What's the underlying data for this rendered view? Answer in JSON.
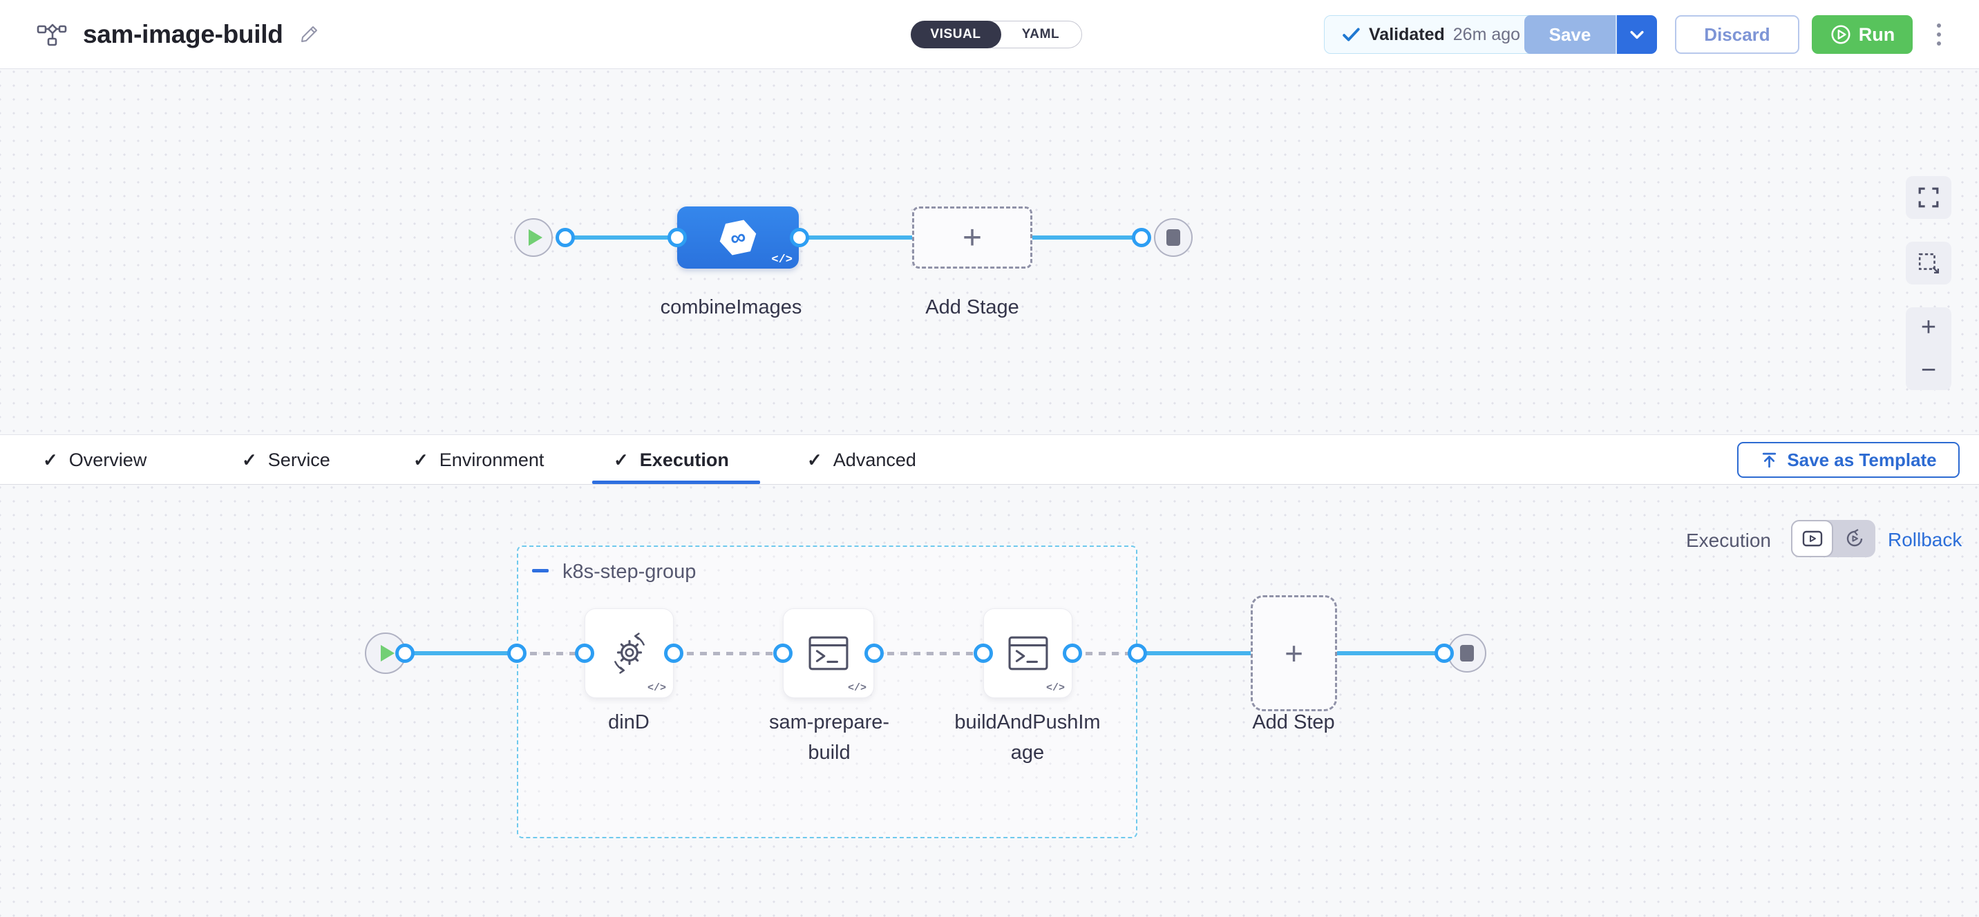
{
  "glyphs": {
    "check": "✓",
    "plus": "+",
    "minus": "−",
    "zoom_in": "+",
    "zoom_out": "−",
    "code": "</>",
    "infinity": "∞"
  },
  "colors": {
    "accent_blue": "#2e6fe0",
    "stage_blue": "#2e7ce4",
    "flow_line_blue": "#45b3ee",
    "connector_blue": "#2d9ef3",
    "run_green": "#58c35c",
    "start_play_green": "#72cf74",
    "group_border_blue": "#6fc9ed",
    "link_blue": "#2d6fd9",
    "toggle_dark": "#35374a"
  },
  "header": {
    "title": "sam-image-build",
    "view_toggle": {
      "visual_label": "VISUAL",
      "yaml_label": "YAML",
      "selected": "VISUAL"
    },
    "validation_badge": {
      "status": "Validated",
      "time": "26m ago"
    },
    "save_button": "Save",
    "discard_button": "Discard",
    "run_button": "Run"
  },
  "stage_canvas": {
    "stage_label": "combineImages",
    "add_stage_label": "Add Stage"
  },
  "tab_bar": {
    "tabs": [
      {
        "label": "Overview",
        "checked": true
      },
      {
        "label": "Service",
        "checked": true
      },
      {
        "label": "Environment",
        "checked": true
      },
      {
        "label": "Execution",
        "checked": true,
        "active": true
      },
      {
        "label": "Advanced",
        "checked": true
      }
    ],
    "save_as_template_button": "Save as Template"
  },
  "execution_canvas": {
    "mode_label": "Execution",
    "rollback_link": "Rollback",
    "step_group": {
      "name": "k8s-step-group",
      "steps": [
        {
          "name": "dinD",
          "icon": "gear-sync-icon"
        },
        {
          "name": "sam-prepare-build",
          "icon": "terminal-icon"
        },
        {
          "name": "buildAndPushImage",
          "icon": "terminal-icon"
        }
      ]
    },
    "add_step_label": "Add Step"
  }
}
